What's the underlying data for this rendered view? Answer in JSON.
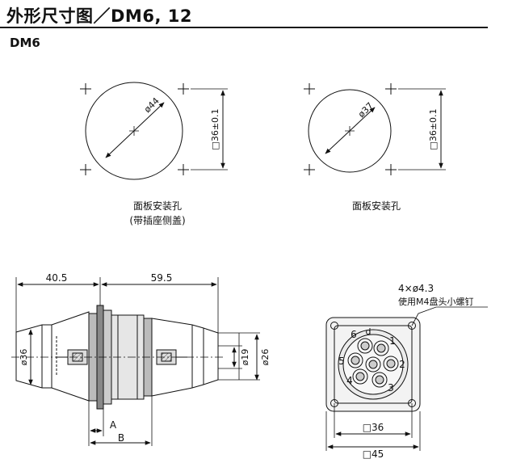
{
  "header": {
    "title": "外形尺寸图／DM6, 12",
    "section": "DM6"
  },
  "panel_holes": {
    "left": {
      "diameter": "ø44",
      "side": "□36±0.1",
      "caption_line1": "面板安装孔",
      "caption_line2": "(带插座侧盖)"
    },
    "right": {
      "diameter": "ø37",
      "side": "□36±0.1",
      "caption_line1": "面板安装孔"
    }
  },
  "side_view": {
    "dim_left": "40.5",
    "dim_right": "59.5",
    "dim_body": "ø36",
    "dim_pin": "ø19",
    "dim_shell": "ø26",
    "label_a": "A",
    "label_b": "B"
  },
  "front_view": {
    "holes_note": "4×ø4.3",
    "screw_note": "使用M4盘头小螺钉",
    "pins": [
      "1",
      "2",
      "3",
      "4",
      "5",
      "6"
    ],
    "pin_d": "d",
    "dim_inner": "□36",
    "dim_outer": "□45"
  }
}
